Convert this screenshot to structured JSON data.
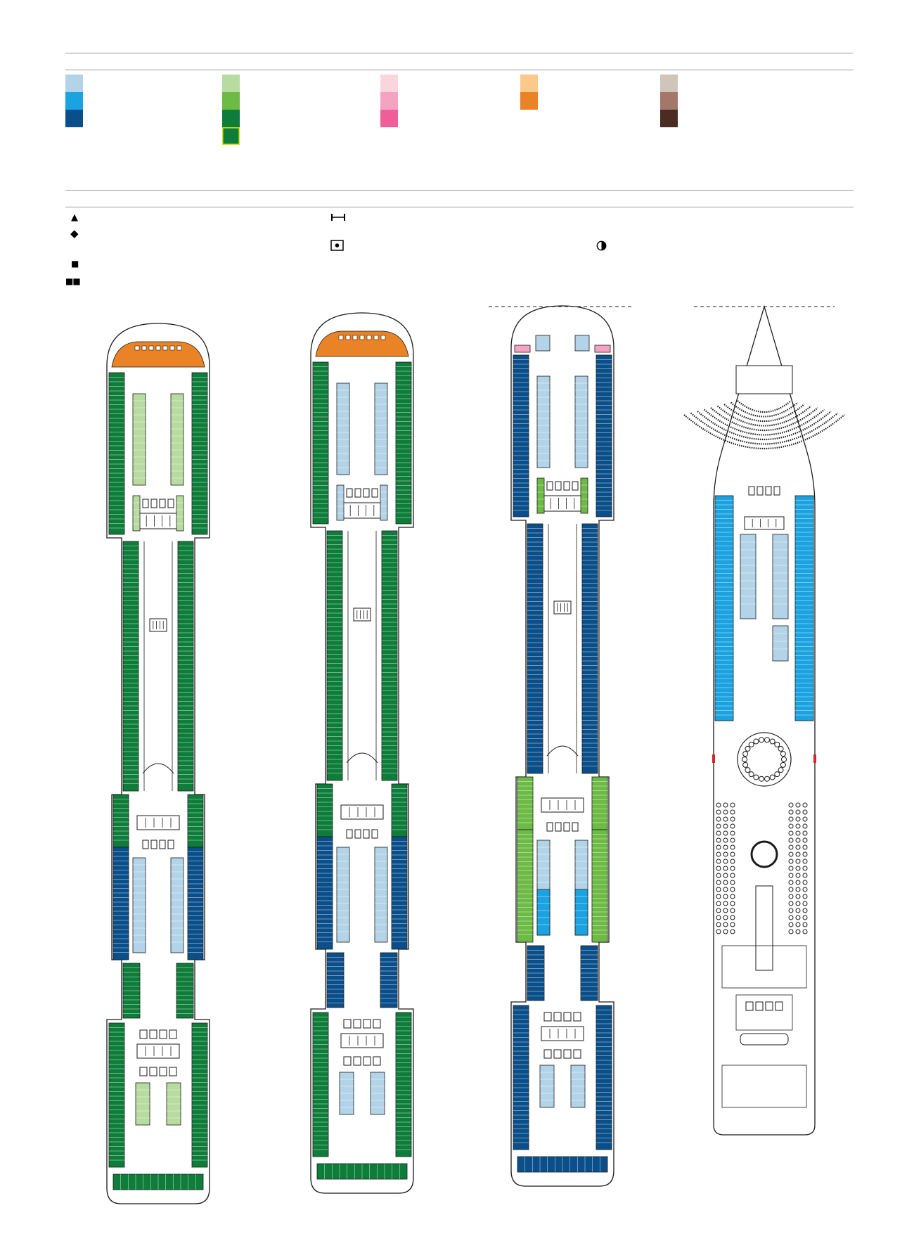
{
  "legend": {
    "swatch_groups": [
      {
        "name": "blue",
        "colors": [
          "#b3d4e8",
          "#1aa3e0",
          "#0b4f8a"
        ]
      },
      {
        "name": "green",
        "colors": [
          "#b8dba0",
          "#6dbb45",
          "#0e7d3a",
          "#0e7d3a"
        ]
      },
      {
        "name": "pink",
        "colors": [
          "#f9d6dd",
          "#f5a3c3",
          "#ee5f9a"
        ]
      },
      {
        "name": "orange",
        "colors": [
          "#fcc98a",
          "#ea8326"
        ]
      },
      {
        "name": "brown",
        "colors": [
          "#cfc5bb",
          "#a3776a",
          "#4a2c22"
        ]
      }
    ],
    "symbols": [
      {
        "icon": "triangle-icon",
        "glyph": "▲"
      },
      {
        "icon": "diamond-icon",
        "glyph": "◆"
      },
      {
        "icon": "square-icon",
        "glyph": "■"
      },
      {
        "icon": "double-square-icon",
        "glyph": "■■"
      },
      {
        "icon": "bracket-width-icon",
        "glyph": "⊢⊣"
      },
      {
        "icon": "dot-box-icon",
        "glyph": "⊡"
      },
      {
        "icon": "half-circle-icon",
        "glyph": "◐"
      }
    ]
  },
  "decks": [
    {
      "name": "deck-1",
      "theme": "green"
    },
    {
      "name": "deck-2",
      "theme": "green-blue"
    },
    {
      "name": "deck-3",
      "theme": "blue"
    },
    {
      "name": "deck-4",
      "theme": "public-areas"
    }
  ],
  "colors": {
    "dark_green": "#0e7d3a",
    "light_green": "#b8dba0",
    "mid_green": "#6dbb45",
    "dark_blue": "#0b4f8a",
    "mid_blue": "#1aa3e0",
    "light_blue": "#b3d4e8",
    "orange": "#ea8326",
    "pink": "#f5a3c3",
    "red": "#d0262c",
    "line": "#1a1a1a"
  }
}
